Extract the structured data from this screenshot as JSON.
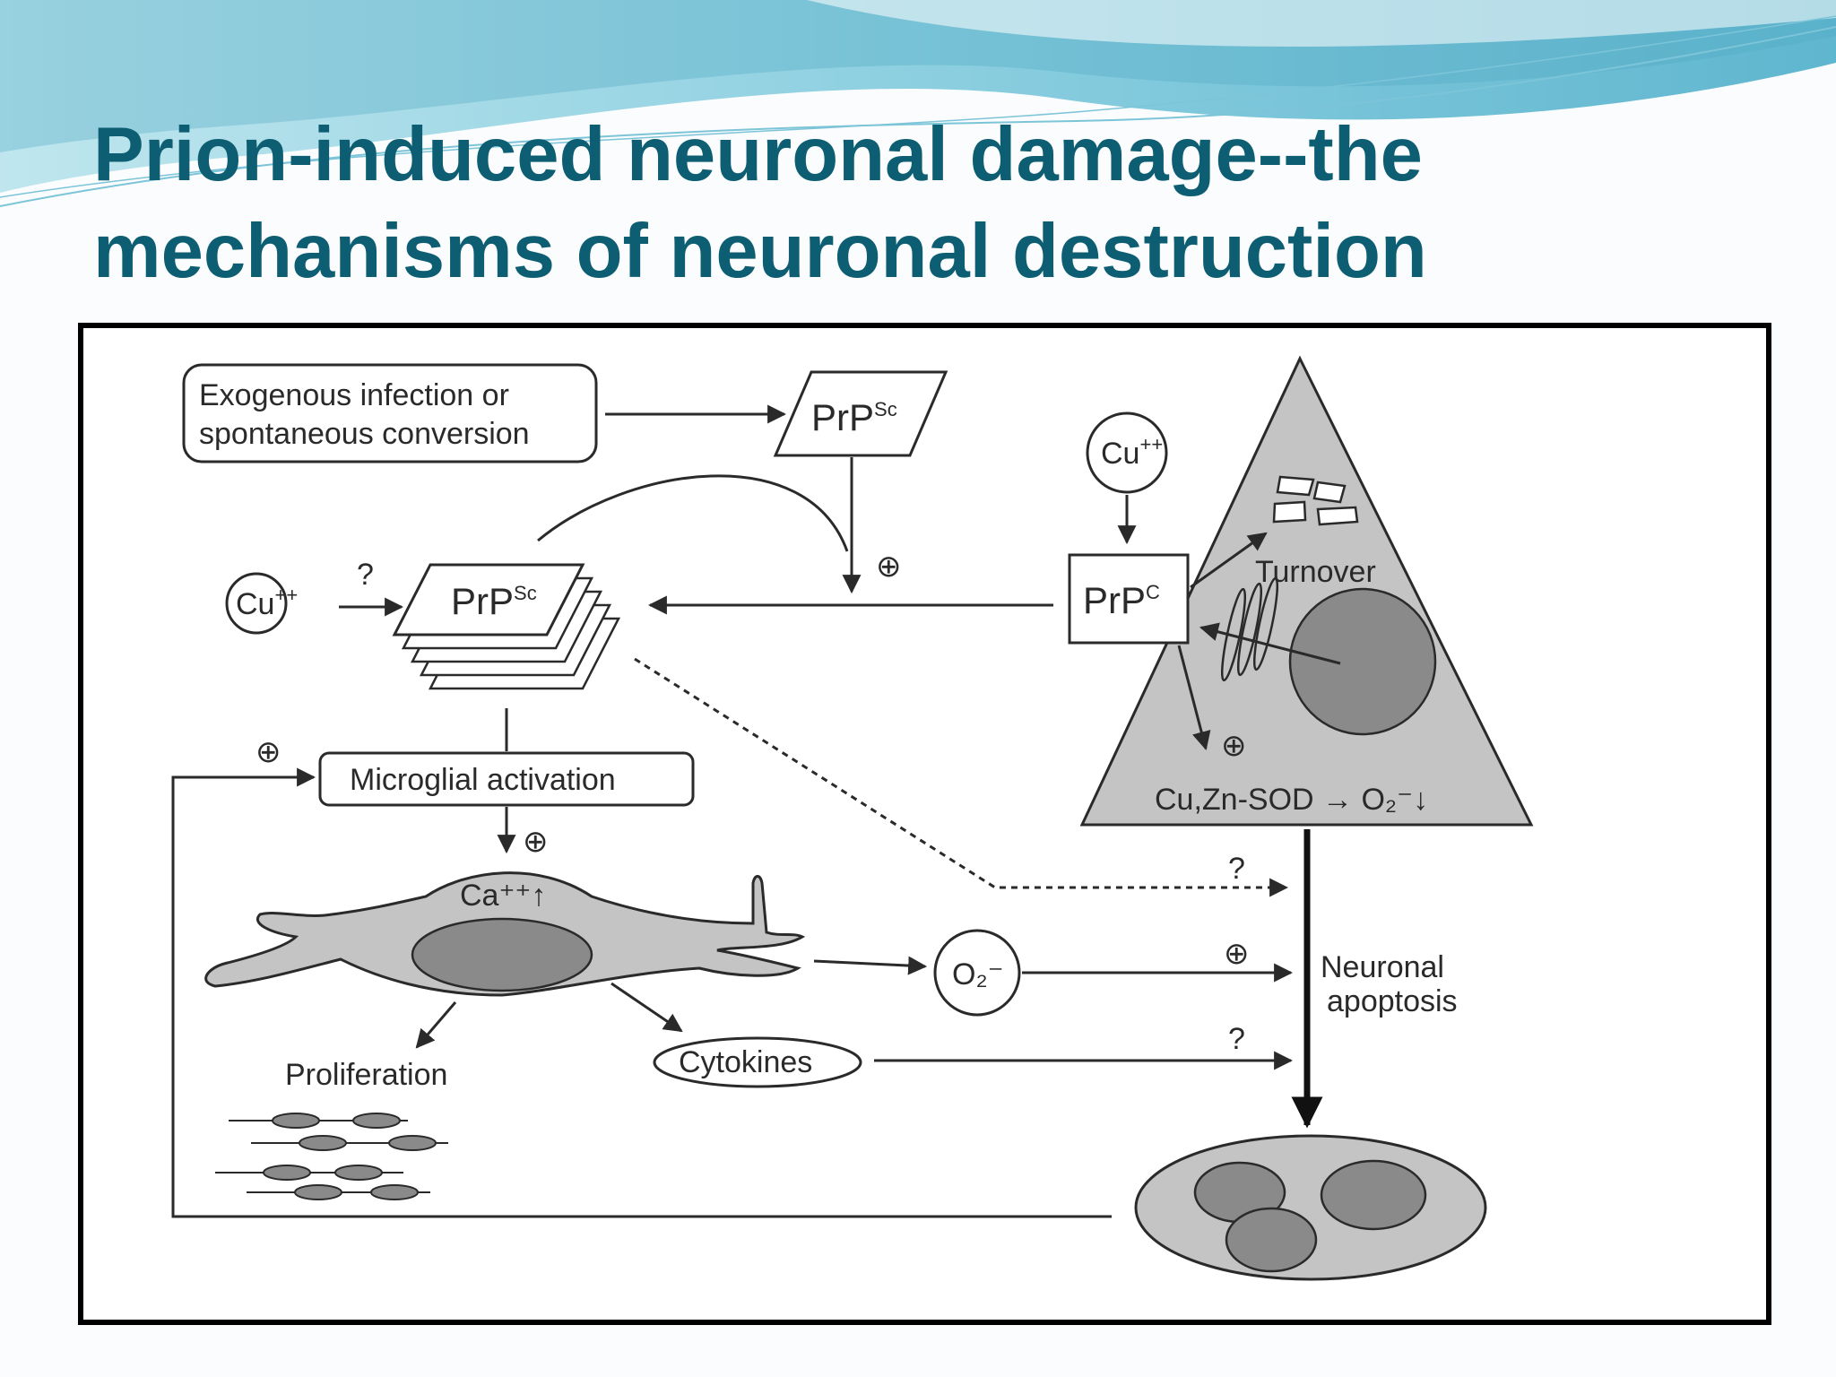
{
  "slide": {
    "title_line1": "Prion-induced neuronal damage--the",
    "title_line2": "mechanisms of neuronal destruction"
  },
  "diagram": {
    "exogenous_line1": "Exogenous infection or",
    "exogenous_line2": "spontaneous conversion",
    "prpsc_base": "PrP",
    "prpsc_sup": "Sc",
    "prpc_base": "PrP",
    "prpc_sup": "C",
    "cu_base": "Cu",
    "cu_sup": "++",
    "question": "?",
    "plus_symbol": "⊕",
    "turnover": "Turnover",
    "sod": "Cu,Zn-SOD → O₂⁻↓",
    "microglial": "Microglial activation",
    "ca": "Ca⁺⁺↑",
    "o2": "O₂⁻",
    "proliferation": "Proliferation",
    "cytokines": "Cytokines",
    "neuronal_line1": "Neuronal",
    "neuronal_line2": "apoptosis"
  },
  "colors": {
    "title": "#0d5e72",
    "wave_light": "#a6dbe4",
    "wave_dark": "#4fa9c4",
    "cell_fill": "#c4c4c4",
    "nucleus_fill": "#8a8a8a"
  }
}
